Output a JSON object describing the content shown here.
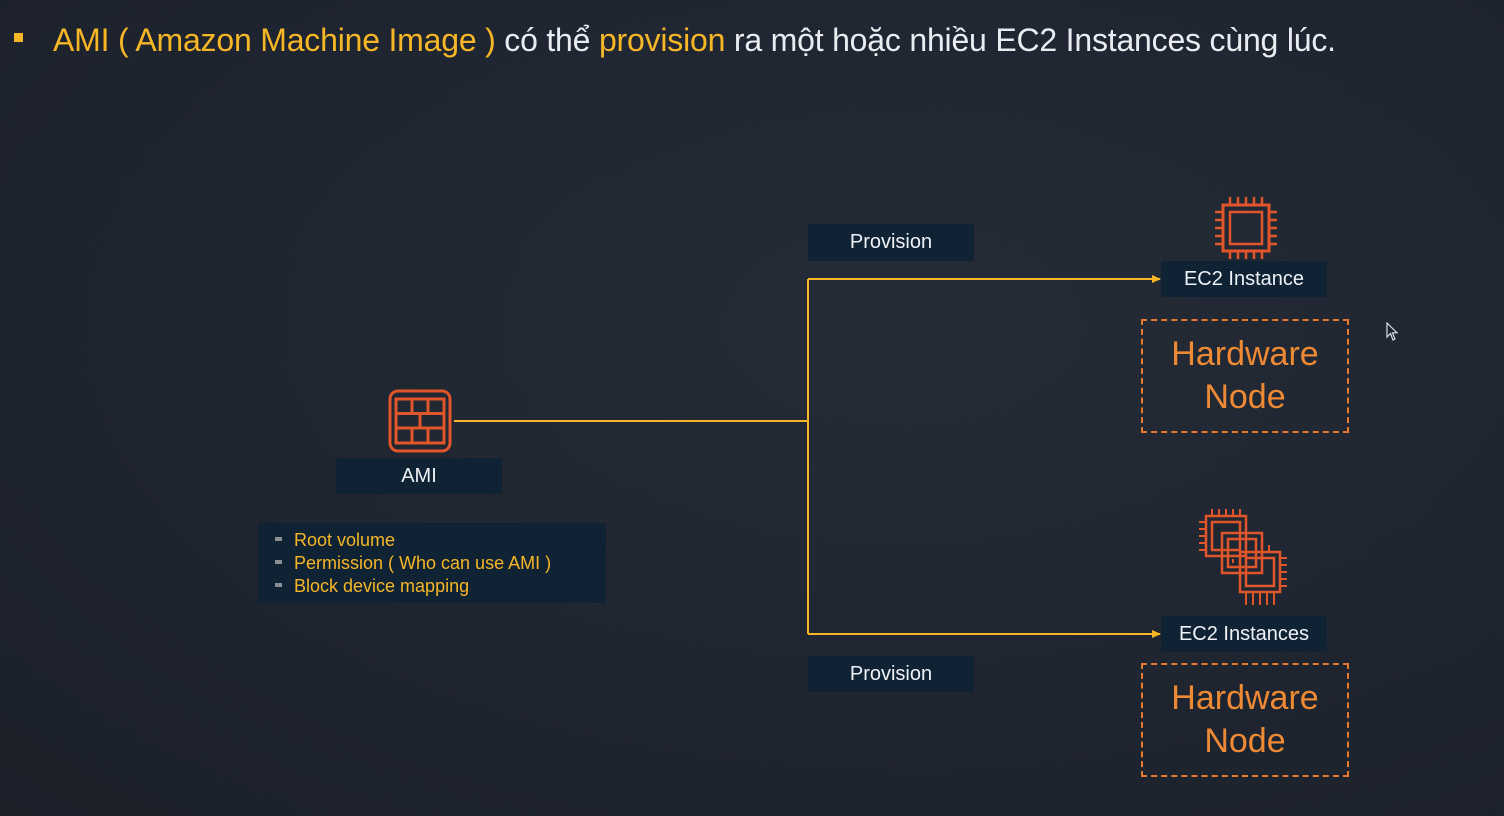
{
  "heading": {
    "part1": "AMI ( Amazon Machine Image )",
    "part2": " có thể ",
    "part3": "provision",
    "part4": " ra một hoặc nhiều EC2 Instances cùng lúc."
  },
  "ami": {
    "label": "AMI",
    "icon": "ami-grid-icon",
    "properties": [
      "Root volume",
      "Permission ( Who can use AMI )",
      "Block device mapping"
    ]
  },
  "top_branch": {
    "edge_label": "Provision",
    "target_label": "EC2 Instance",
    "target_icon": "ec2-chip-icon",
    "node_label": "Hardware\nNode"
  },
  "bottom_branch": {
    "edge_label": "Provision",
    "target_label": "EC2 Instances",
    "target_icon": "ec2-multi-chip-icon",
    "node_label": "Hardware\nNode"
  },
  "colors": {
    "accent": "#f6b625",
    "icon_orange": "#e0552a",
    "node_orange": "#e8782c",
    "label_bg": "#102334",
    "background": "#1f2530"
  }
}
